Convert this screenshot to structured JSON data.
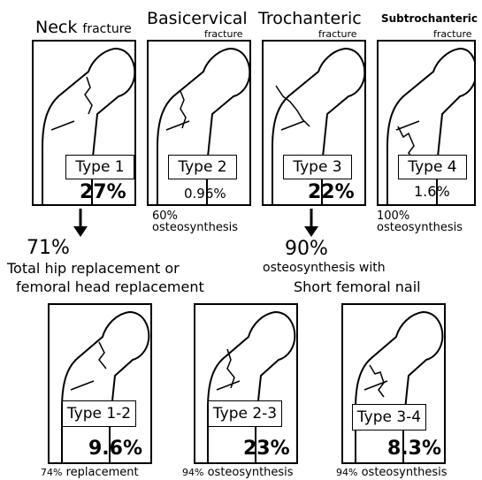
{
  "headers": [
    {
      "main": "Neck",
      "sub": "fracture"
    },
    {
      "main": "Basicervical",
      "sub": "fracture"
    },
    {
      "main": "Trochanteric",
      "sub": "fracture"
    },
    {
      "main": "Subtrochanteric",
      "sub": "fracture"
    }
  ],
  "top_panels": [
    {
      "type": "Type 1",
      "pct": "27%"
    },
    {
      "type": "Type 2",
      "pct": "0.96%"
    },
    {
      "type": "Type 3",
      "pct": "22%"
    },
    {
      "type": "Type 4",
      "pct": "1.6%"
    }
  ],
  "notes": {
    "type2": {
      "pct": "60%",
      "text": "osteosynthesis"
    },
    "type4": {
      "pct": "100%",
      "text": "osteosynthesis"
    }
  },
  "outcomes": {
    "left": {
      "pct": "71%",
      "line1": "Total hip replacement or",
      "line2": "femoral head replacement"
    },
    "right": {
      "pct": "90%",
      "line1": "osteosynthesis with",
      "line2": "Short femoral nail"
    }
  },
  "bottom_panels": [
    {
      "type": "Type 1-2",
      "pct": "9.6%",
      "foot_pct": "74%",
      "foot_text": "replacement"
    },
    {
      "type": "Type 2-3",
      "pct": "23%",
      "foot_pct": "94%",
      "foot_text": "osteosynthesis"
    },
    {
      "type": "Type 3-4",
      "pct": "8.3%",
      "foot_pct": "94%",
      "foot_text": "osteosynthesis"
    }
  ]
}
